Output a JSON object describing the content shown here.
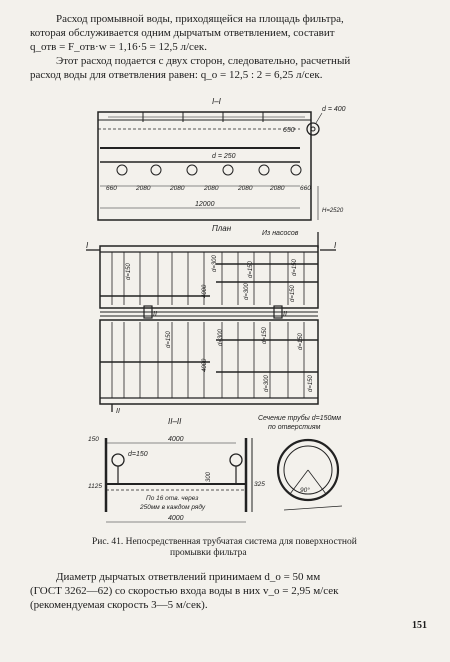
{
  "text": {
    "para_top": [
      "Расход промывной воды, приходящейся на площадь фильтра,",
      "которая обслуживается одним дырчатым ответвлением, составит",
      "q_отв = F_отв·w = 1,16·5 = 12,5 л/сек.",
      "Этот расход подается с двух сторон, следовательно, расчетный",
      "расход воды для ответвления равен: q_о = 12,5 : 2 = 6,25 л/сек."
    ],
    "para_bottom": [
      "Диаметр дырчатых ответвлений принимаем d_о = 50 мм",
      "(ГОСТ 3262—62) со скоростью входа воды в них v_о = 2,95 м/сек",
      "(рекомендуемая скорость 3—5 м/сек)."
    ],
    "caption_line1": "Рис. 41. Непосредственная трубчатая система для поверхностной",
    "caption_line2": "промывки фильтра",
    "page_number": "151"
  },
  "drawing": {
    "section_1": {
      "title": "I–I",
      "pipe_d_top": "d = 400",
      "pipe_d_main": "d = 250",
      "dim_650": "650",
      "dims_bottom": [
        "660",
        "2080",
        "2080",
        "2080",
        "2080",
        "2080",
        "660"
      ],
      "total_length": "12000",
      "height_label": "H=2520"
    },
    "plan": {
      "title": "План",
      "note": "Из насосов",
      "mark_I": "I",
      "mark_II": "II",
      "labels_d150": [
        "d=150",
        "d=150",
        "d=150",
        "d=150",
        "d=150",
        "d=150",
        "d=150",
        "d=150"
      ],
      "labels_d300": [
        "d=300",
        "d=300",
        "d=300",
        "d=300"
      ],
      "dim_4000_top": "4000",
      "dim_4000_bottom": "4000"
    },
    "section_2": {
      "title": "II–II",
      "pipe_d": "d=150",
      "top_dim": "4000",
      "left_dim": "150",
      "level_300": "300",
      "level_1125": "1125",
      "right_325": "325",
      "note_line1": "По 16 отв. через",
      "note_line2": "250мм в каждом ряду",
      "bottom_dim": "4000"
    },
    "pipe_section": {
      "note_line1": "Сечение трубы d=150мм",
      "note_line2": "по отверстиям",
      "angle": "90°"
    }
  }
}
